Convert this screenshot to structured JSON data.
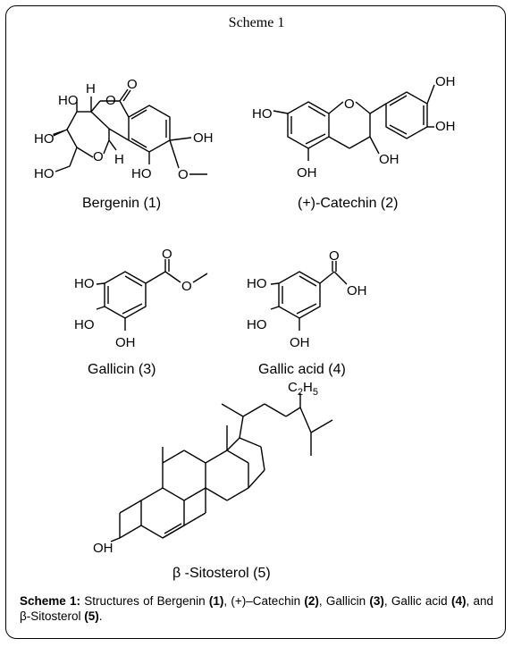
{
  "scheme_title": "Scheme 1",
  "compounds": {
    "bergenin": {
      "name": "Bergenin (1)",
      "labels": {
        "ho1": "HO",
        "h1": "H",
        "o_ring": "O",
        "o_carbonyl": "O",
        "ho2": "HO",
        "o_pyran": "O",
        "h2": "H",
        "oh_right": "OH",
        "ho3": "HO",
        "ho4": "HO",
        "o_methoxy": "O"
      }
    },
    "catechin": {
      "name": "(+)-Catechin (2)",
      "labels": {
        "ho_left": "HO",
        "o_ring": "O",
        "oh_top": "OH",
        "oh_right": "OH",
        "oh_bottom": "OH",
        "oh_mid": "OH"
      }
    },
    "gallicin": {
      "name": "Gallicin (3)",
      "labels": {
        "ho1": "HO",
        "ho2": "HO",
        "oh": "OH",
        "o_carbonyl": "O",
        "o_ester": "O"
      }
    },
    "gallic_acid": {
      "name": "Gallic acid (4)",
      "labels": {
        "ho1": "HO",
        "ho2": "HO",
        "oh": "OH",
        "o_carbonyl": "O",
        "oh_acid": "OH"
      }
    },
    "sitosterol": {
      "name": "β -Sitosterol (5)",
      "labels": {
        "oh": "OH",
        "c2h5_c": "C",
        "c2h5_sub": "2",
        "c2h5_h": "H",
        "c2h5_sub2": "5"
      }
    }
  },
  "caption": {
    "prefix": "Scheme 1:",
    "text1": " Structures of Bergenin ",
    "n1": "(1)",
    "text2": ", (+)–Catechin ",
    "n2": "(2)",
    "text3": ", Gallicin ",
    "n3": "(3)",
    "text4": ", Gallic acid ",
    "n4": "(4)",
    "text5": ", and β-Sitosterol ",
    "n5": "(5)",
    "text6": "."
  }
}
